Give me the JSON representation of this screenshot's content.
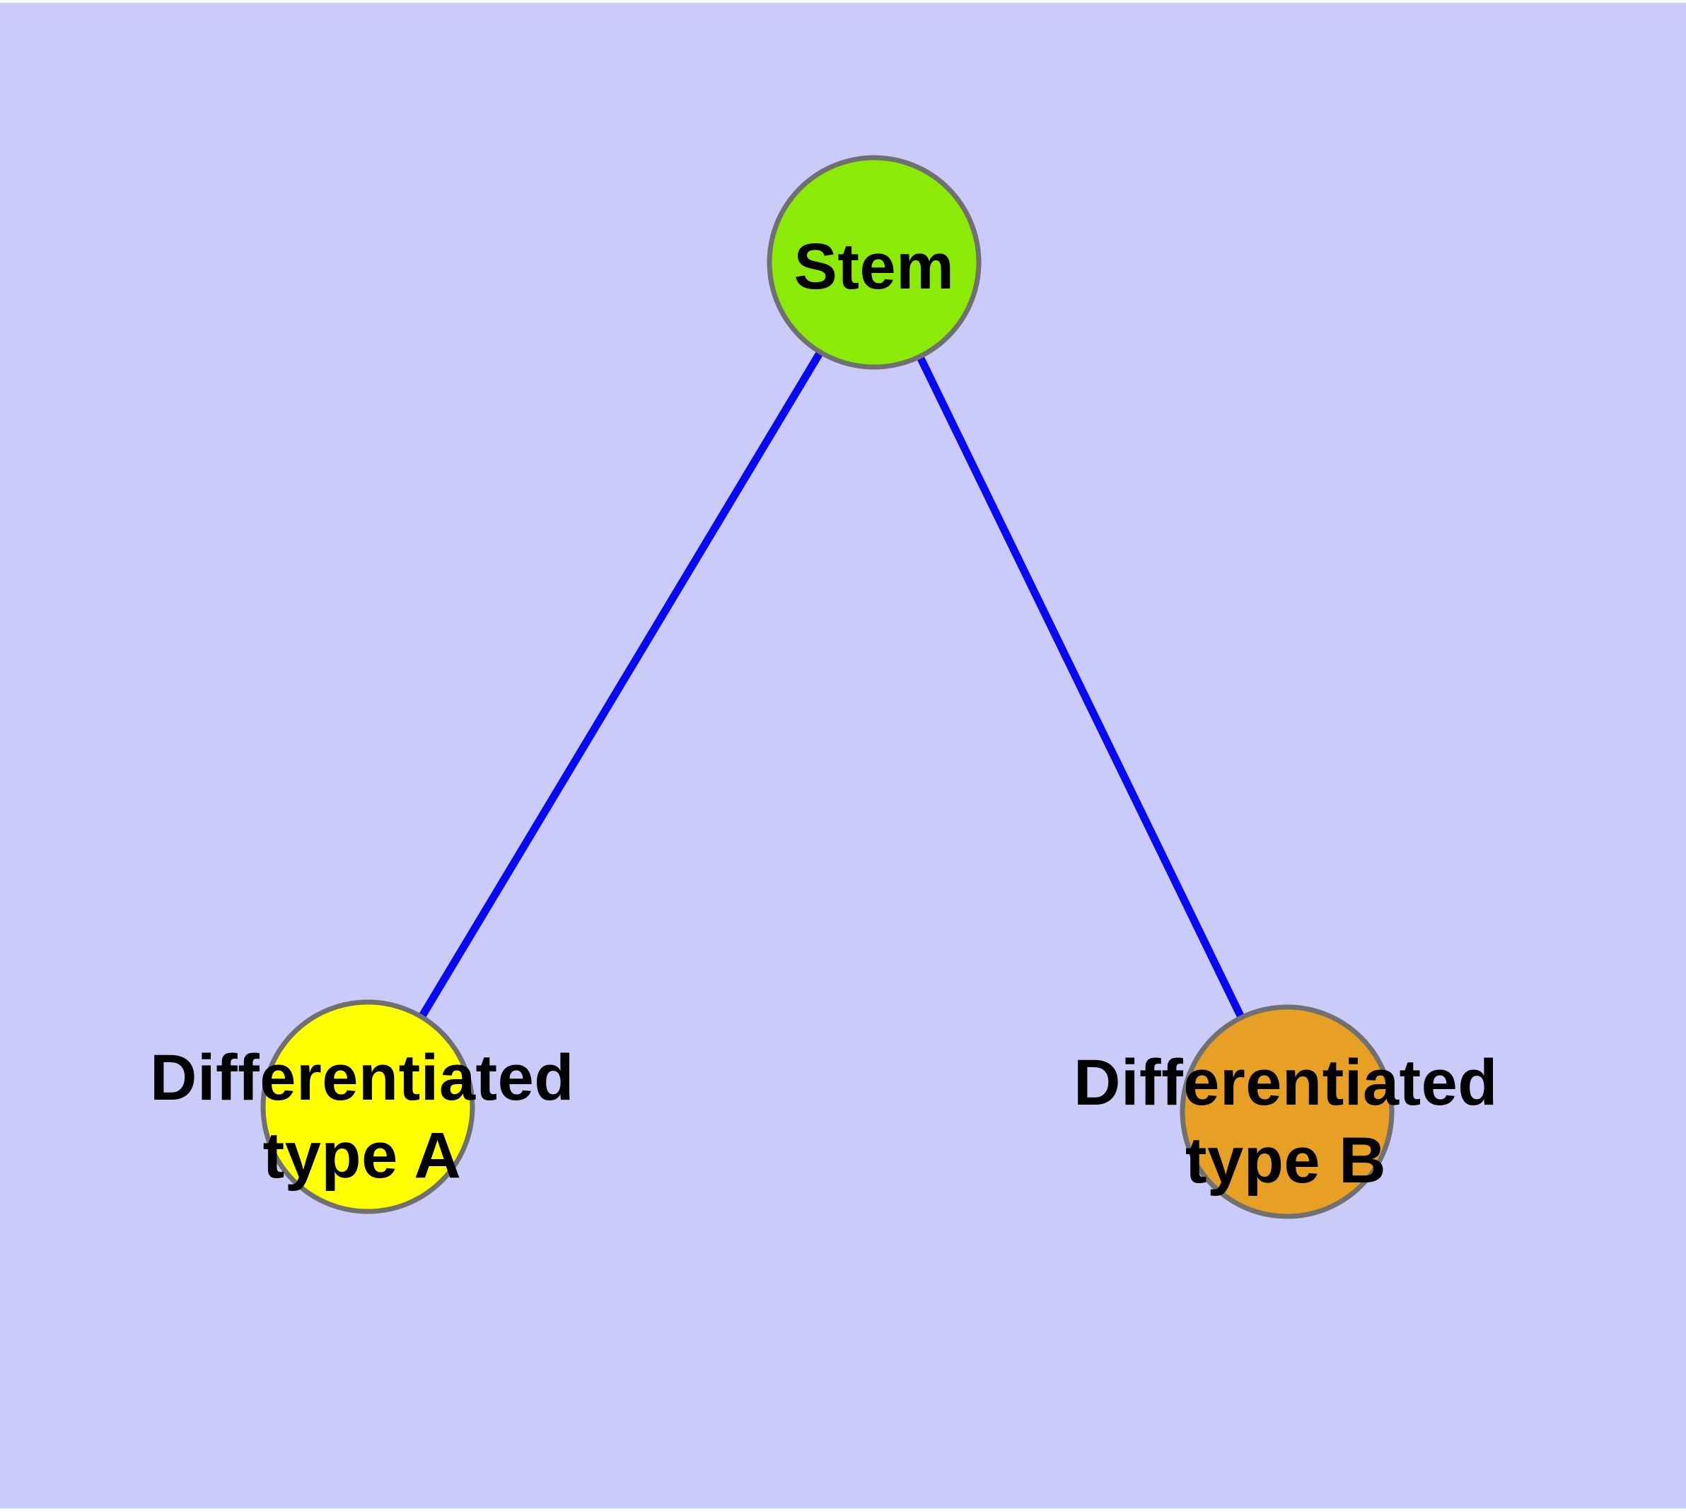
{
  "figure": {
    "type": "node-link-diagram",
    "description": "Stem cell differentiation hierarchy: one stem node connected to two differentiated cell type nodes",
    "background_color": "#cbcbfa",
    "frame_color": "#ffffff",
    "edge_color": "#0808f2",
    "node_border_color": "#707070",
    "text_color": "#000000"
  },
  "nodes": {
    "stem": {
      "label": "Stem",
      "fill": "#8beb07"
    },
    "diff_a": {
      "line1": "Differentiated",
      "line2": "type A",
      "fill": "#ffff00"
    },
    "diff_b": {
      "line1": "Differentiated",
      "line2": "type B",
      "fill": "#e8a024"
    }
  },
  "edges": [
    {
      "from": "Stem",
      "to": "Differentiated type A"
    },
    {
      "from": "Stem",
      "to": "Differentiated type B"
    }
  ]
}
